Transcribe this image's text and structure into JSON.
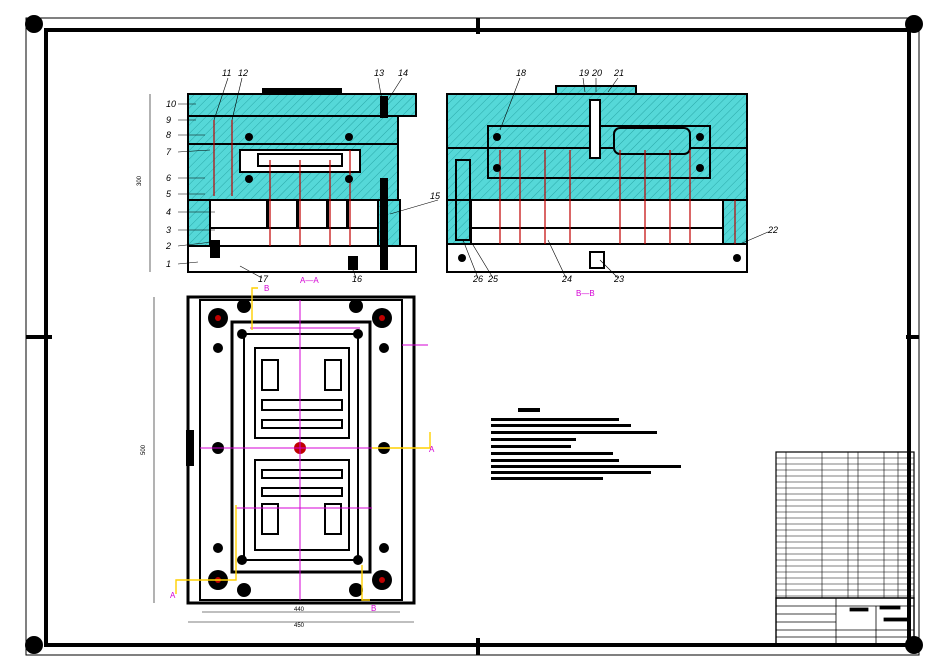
{
  "front_view": {
    "title": "A—A",
    "part_numbers": [
      "10",
      "9",
      "8",
      "7",
      "6",
      "5",
      "4",
      "3",
      "2",
      "1",
      "11",
      "12",
      "13",
      "14",
      "15",
      "16",
      "17"
    ]
  },
  "side_view": {
    "title": "B—B",
    "part_numbers": [
      "18",
      "19",
      "20",
      "21",
      "22",
      "23",
      "24",
      "25",
      "26"
    ]
  },
  "plan_view": {
    "section_markers": [
      "A",
      "A",
      "B",
      "B"
    ],
    "dim_width_inner": "440",
    "dim_width_outer": "450",
    "dim_height": "500"
  },
  "colors": {
    "mold_fill": "#55d8d8",
    "section_line": "#d400d4",
    "guide_line": "#ffd000",
    "pin_red": "#c00000",
    "outline": "#000000"
  }
}
